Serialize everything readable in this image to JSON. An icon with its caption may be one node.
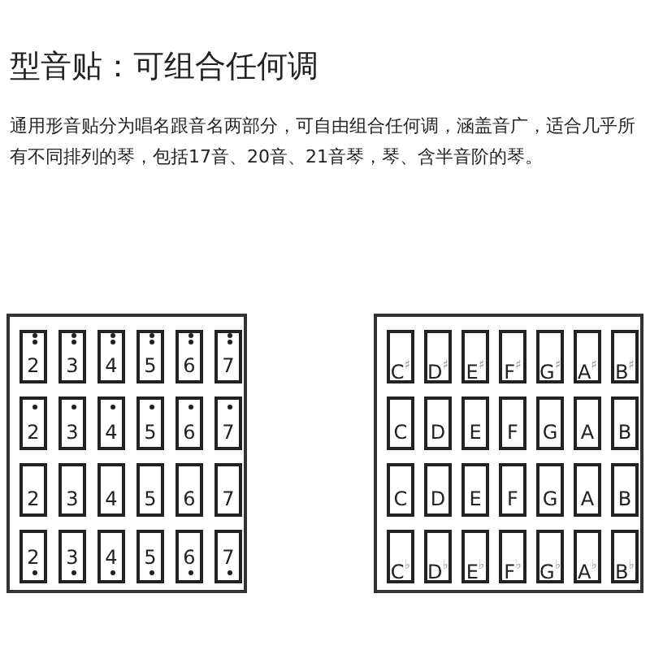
{
  "diagram": {
    "title": "型音贴：可组合任何调",
    "nodes": [
      {
        "text": [],
        "shape": "box"
      },
      {
        "text": [
          "2"
        ],
        "in": 0
      },
      {
        "text": [
          "3"
        ],
        "in": 0
      },
      {
        "text": [
          "4"
        ],
        "in": 0
      },
      {
        "text": [
          "5"
        ],
        "in": 0
      },
      {
        "text": [
          "6"
        ],
        "in": 0
      },
      {
        "text": [
          "7"
        ],
        "in": 0
      },
      {
        "text": [
          "2"
        ],
        "in": 0
      },
      {
        "text": [
          "3"
        ],
        "in": 0
      },
      {
        "text": [
          "4"
        ],
        "in": 0
      },
      {
        "text": [
          "5"
        ],
        "in": 0
      },
      {
        "text": [
          "6"
        ],
        "in": 0
      },
      {
        "text": [
          "7"
        ],
        "in": 0
      },
      {
        "text": [
          "2"
        ],
        "in": 0
      },
      {
        "text": [
          "3"
        ],
        "in": 0
      },
      {
        "text": [
          "4"
        ],
        "in": 0
      },
      {
        "text": [
          "5"
        ],
        "in": 0
      },
      {
        "text": [
          "6"
        ],
        "in": 0
      },
      {
        "text": [
          "7"
        ],
        "in": 0
      },
      {
        "text": [
          "2"
        ],
        "in": 0
      },
      {
        "text": [
          "3"
        ],
        "in": 0
      },
      {
        "text": [
          "4"
        ],
        "in": 0
      },
      {
        "text": [
          "5"
        ],
        "in": 0
      },
      {
        "text": [
          "6"
        ],
        "in": 0
      },
      {
        "text": [
          "7"
        ],
        "in": 0
      },
      {
        "text": [],
        "shape": "box"
      },
      {
        "text": [
          "C$^{♯}$"
        ],
        "in": 25
      },
      {
        "text": [
          "D$^{♯}$"
        ],
        "in": 25
      },
      {
        "text": [
          "E$^{♯}$"
        ],
        "in": 25
      },
      {
        "text": [
          "F$^{♯}$"
        ],
        "in": 25
      },
      {
        "text": [
          "G$^{♯}$"
        ],
        "in": 25
      },
      {
        "text": [
          "A$^{♯}$"
        ],
        "in": 25
      },
      {
        "text": [
          "B$^{♯}$"
        ],
        "in": 25
      },
      {
        "text": [
          "C"
        ],
        "in": 25
      },
      {
        "text": [
          "D"
        ],
        "in": 25
      },
      {
        "text": [
          "E"
        ],
        "in": 25
      },
      {
        "text": [
          "F"
        ],
        "in": 25
      },
      {
        "text": [
          "G"
        ],
        "in": 25
      },
      {
        "text": [
          "A"
        ],
        "in": 25
      },
      {
        "text": [
          "B"
        ],
        "in": 25
      },
      {
        "text": [
          "C"
        ],
        "in": 25
      },
      {
        "text": [
          "D"
        ],
        "in": 25
      },
      {
        "text": [
          "E"
        ],
        "in": 25
      },
      {
        "text": [
          "F"
        ],
        "in": 25
      },
      {
        "text": [
          "G"
        ],
        "in": 25
      },
      {
        "text": [
          "A"
        ],
        "in": 25
      },
      {
        "text": [
          "B"
        ],
        "in": 25
      },
      {
        "text": [
          "C$^{♭}$"
        ],
        "in": 25
      },
      {
        "text": [
          "D$^{♭}$"
        ],
        "in": 25
      },
      {
        "text": [
          "E$^{♭}$"
        ],
        "in": 25
      },
      {
        "text": [
          "F$^{♭}$"
        ],
        "in": 25
      },
      {
        "text": [
          "G$^{♭}$"
        ],
        "in": 25
      },
      {
        "text": [
          "A$^{♭}$"
        ],
        "in": 25
      },
      {
        "text": [
          "B$^{♭}$"
        ],
        "in": 25
      }
    ],
    "labels": [
      "通用形音贴分为唱名跟音名两部分，可自由组合任何调，涵盖音广，适合几乎所有不同排列的琴，包括17音、20音、21音琴，琴、含半音阶的琴。"
    ]
  }
}
